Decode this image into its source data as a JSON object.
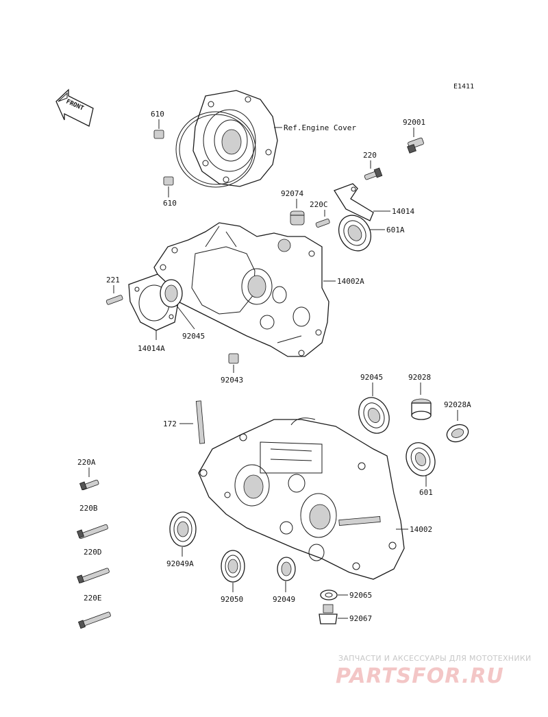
{
  "diagram_code": "E1411",
  "front_arrow_label": "FRONT",
  "ref_label": "Ref.Engine Cover",
  "parts": {
    "p610_top": "610",
    "p610_bottom": "610",
    "p92001": "92001",
    "p220": "220",
    "p92074": "92074",
    "p220C": "220C",
    "p14014": "14014",
    "p601A": "601A",
    "p221": "221",
    "p14002A": "14002A",
    "p14014A": "14014A",
    "p92045_top": "92045",
    "p92043": "92043",
    "p92045_right": "92045",
    "p92028": "92028",
    "p92028A": "92028A",
    "p172": "172",
    "p601": "601",
    "p220A": "220A",
    "p220B": "220B",
    "p14002": "14002",
    "p220D": "220D",
    "p92049A": "92049A",
    "p92050": "92050",
    "p92049": "92049",
    "p92065": "92065",
    "p220E": "220E",
    "p92067": "92067"
  },
  "watermark": {
    "caption": "ЗАПЧАСТИ И АКСЕССУАРЫ ДЛЯ МОТОТЕХНИКИ",
    "brand": "PARTSFOR.RU"
  }
}
